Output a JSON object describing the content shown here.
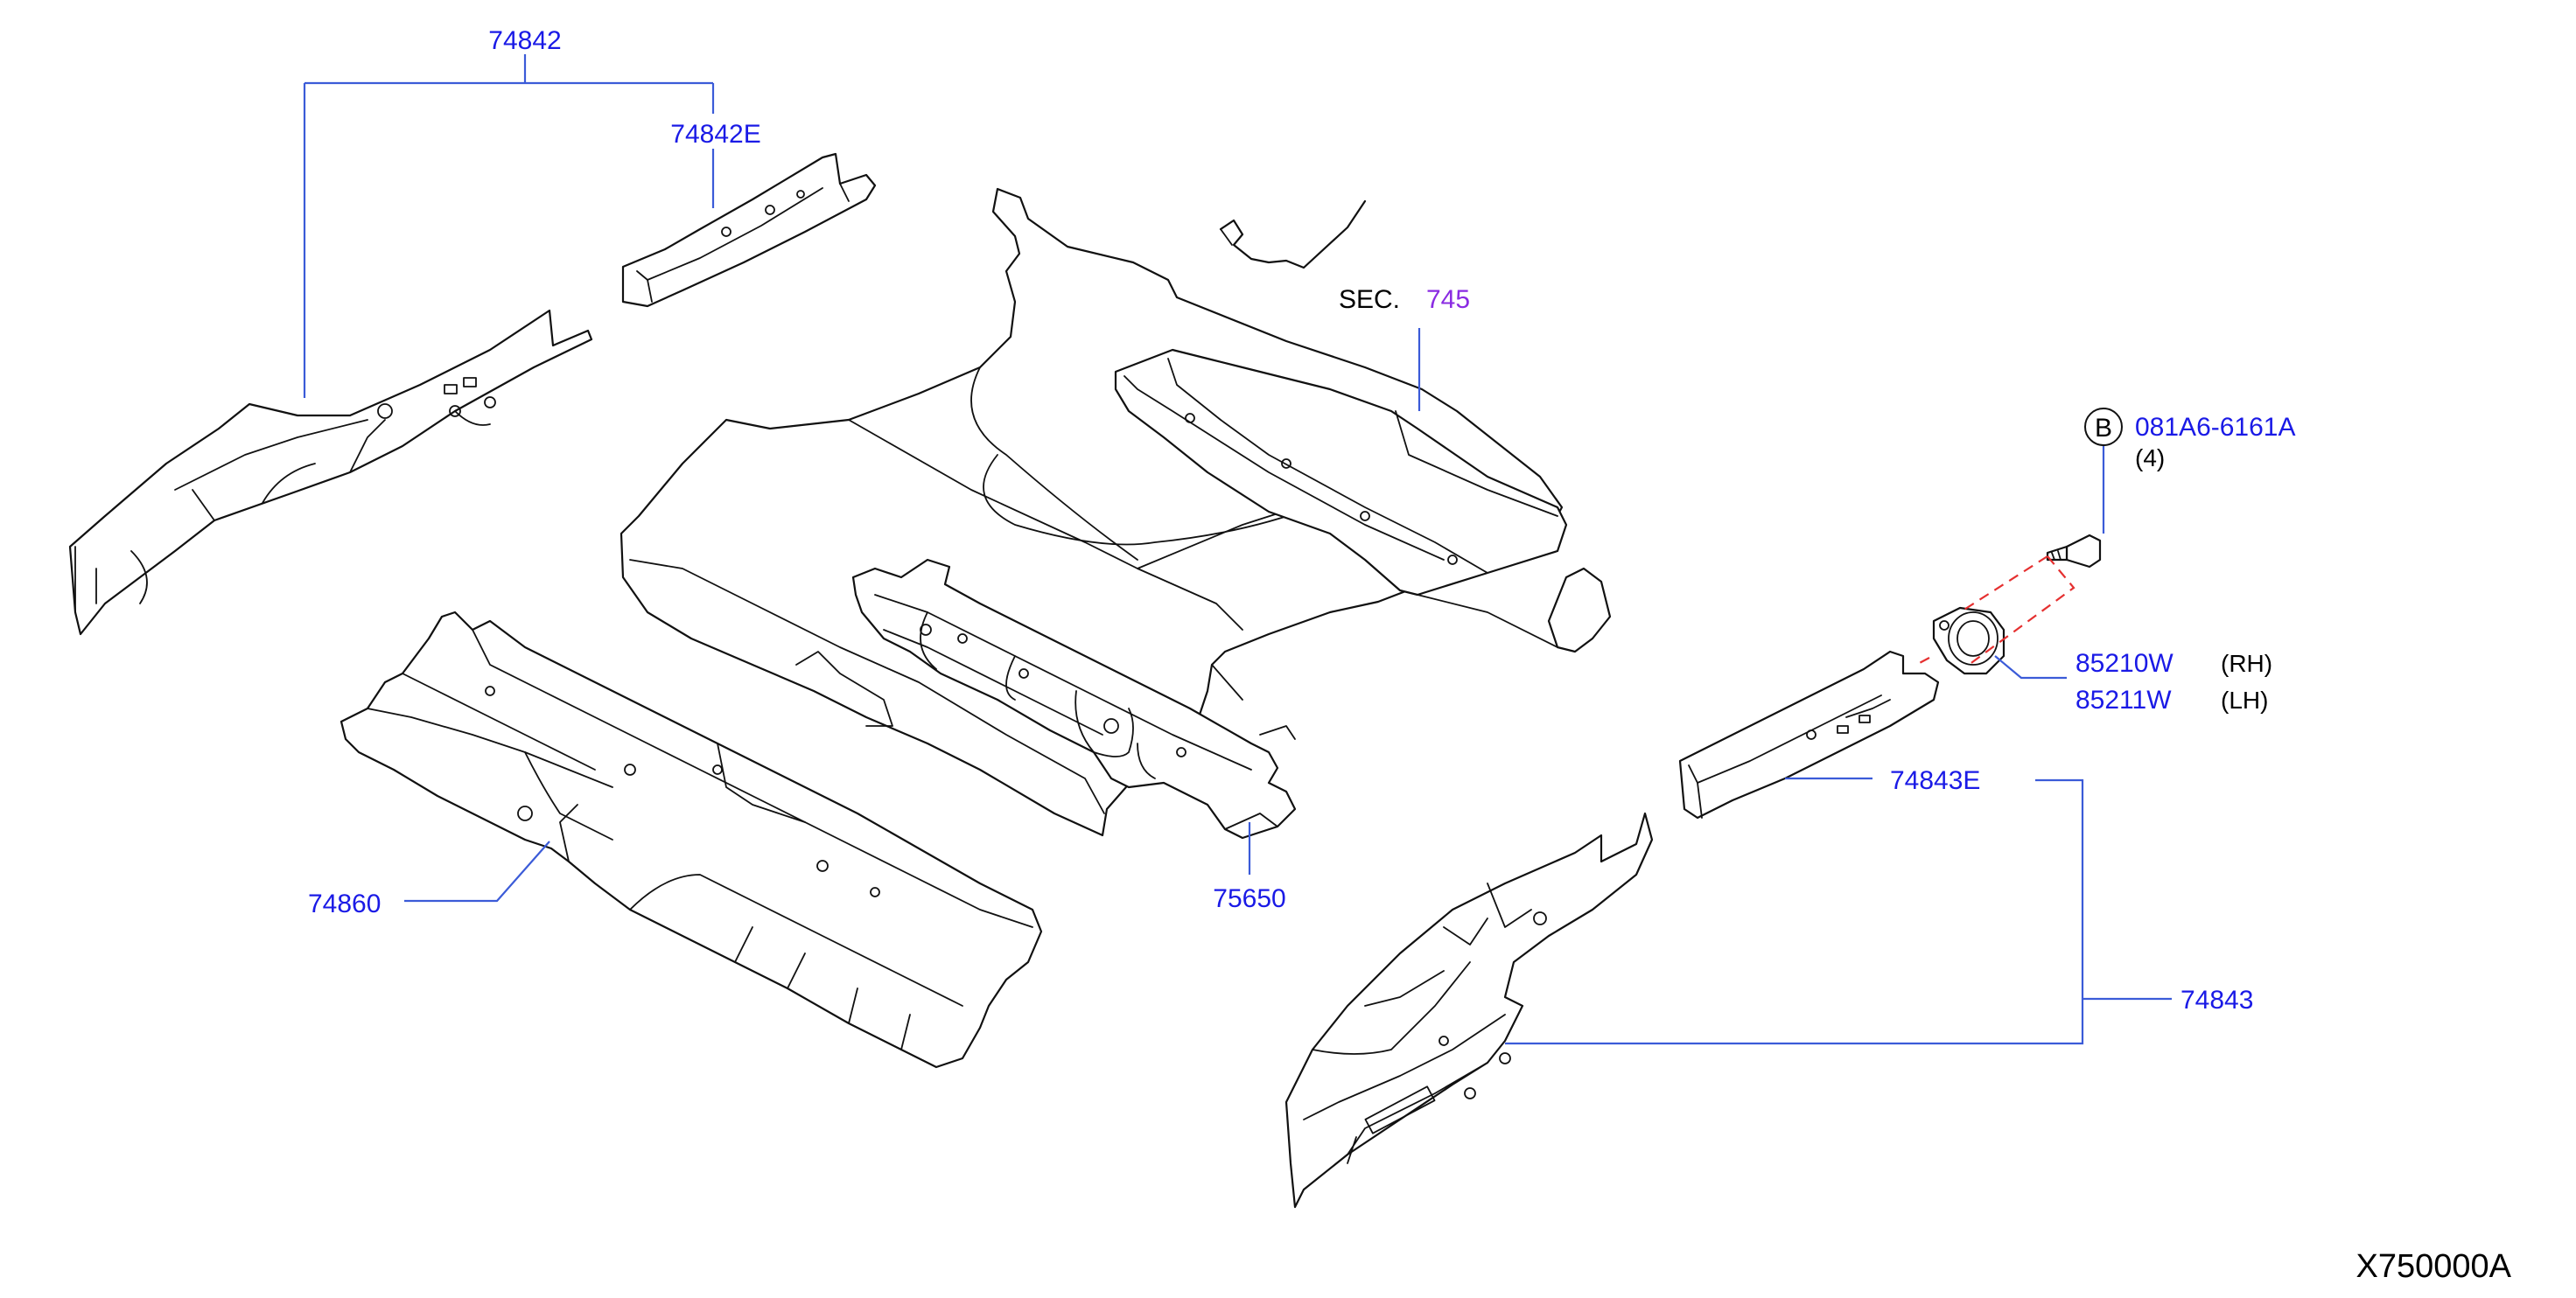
{
  "parts": {
    "p74842": "74842",
    "p74842E": "74842E",
    "p74860": "74860",
    "p75650": "75650",
    "p74843E": "74843E",
    "p74843": "74843",
    "p85210W": "85210W",
    "p85211W": "85211W",
    "bolt": "081A6-6161A",
    "bolt_qty": "(4)",
    "bolt_callout": "B"
  },
  "section": {
    "prefix": "SEC.",
    "ref": "745"
  },
  "sides": {
    "rh": "(RH)",
    "lh": "(LH)"
  },
  "diagram_id": "X750000A",
  "colors": {
    "label": "#1a1ae6",
    "section_ref": "#8a2be2",
    "leader": "#3b5bd8",
    "dashed_guide": "#e53030",
    "line": "#111111"
  }
}
